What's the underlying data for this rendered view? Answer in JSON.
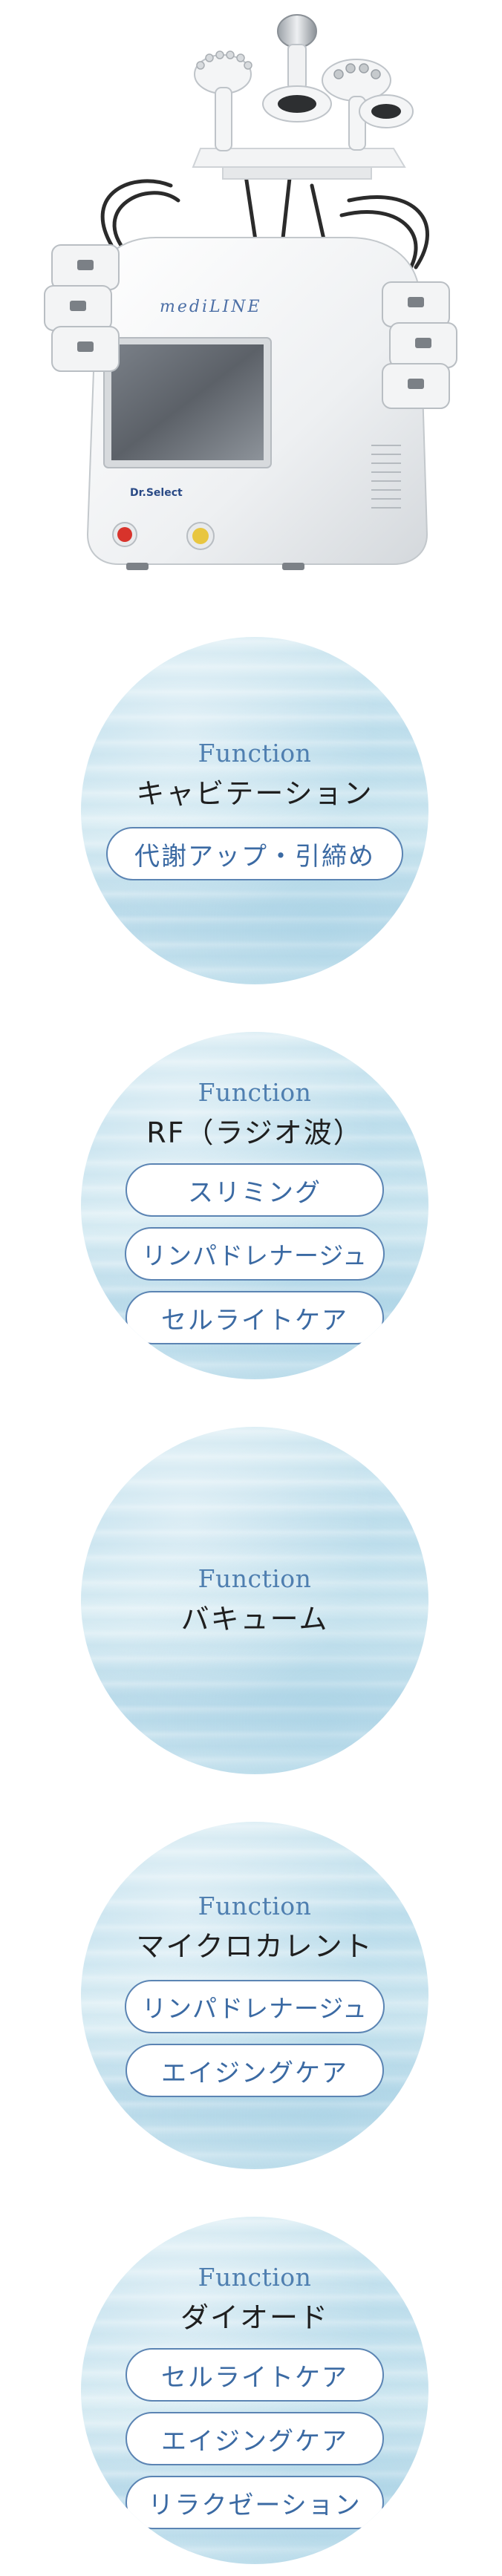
{
  "product": {
    "brand_logo": "mediLINE",
    "panel_logo": "Dr.Select"
  },
  "colors": {
    "accent": "#3b6aa3",
    "pill_border": "#5b84b3",
    "circle_bg": "#c9e4ef",
    "title_text": "#1f1f1f"
  },
  "functions": [
    {
      "label": "Function",
      "title": "キャビテーション",
      "tags": [
        "代謝アップ・引締め"
      ]
    },
    {
      "label": "Function",
      "title": "RF（ラジオ波）",
      "tags": [
        "スリミング",
        "リンパドレナージュ",
        "セルライトケア"
      ]
    },
    {
      "label": "Function",
      "title": "バキューム",
      "tags": []
    },
    {
      "label": "Function",
      "title": "マイクロカレント",
      "tags": [
        "リンパドレナージュ",
        "エイジングケア"
      ]
    },
    {
      "label": "Function",
      "title": "ダイオード",
      "tags": [
        "セルライトケア",
        "エイジングケア",
        "リラクゼーション"
      ]
    }
  ]
}
